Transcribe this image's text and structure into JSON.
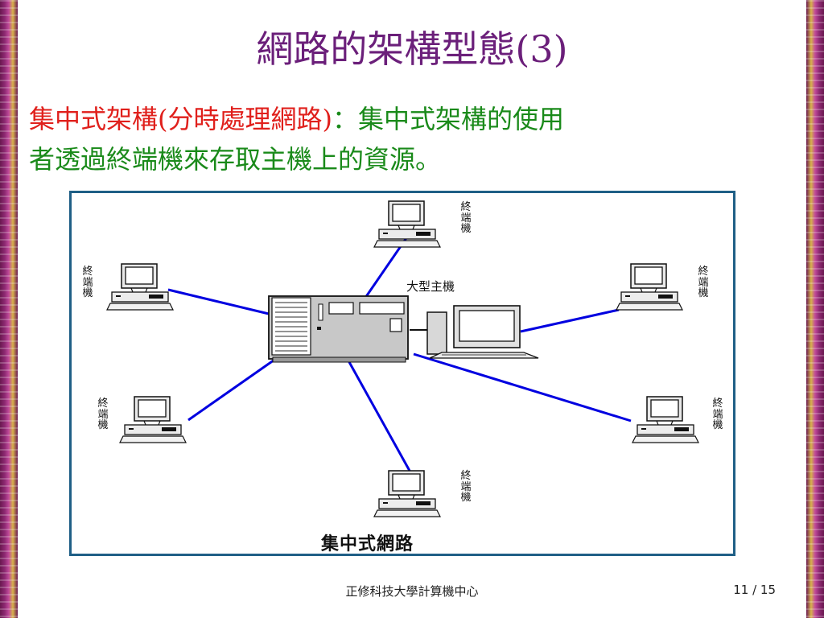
{
  "slide": {
    "title": "網路的架構型態(3)",
    "body": {
      "highlight": "集中式架構(分時處理網路)",
      "colon": "：",
      "rest_line1": "集中式架構的使用",
      "line2": "者透過終端機來存取主機上的資源。"
    }
  },
  "diagram": {
    "host_label": "大型主機",
    "caption": "集中式網路",
    "terminal_label": "終端機"
  },
  "footer": {
    "center_text": "正修科技大學計算機中心",
    "page_number": "11 / 15"
  },
  "colors": {
    "title": "#6b1f7a",
    "highlight": "#e0201c",
    "body": "#1a8a1a",
    "lines": "#0000e0",
    "frame": "#1f5f86"
  }
}
